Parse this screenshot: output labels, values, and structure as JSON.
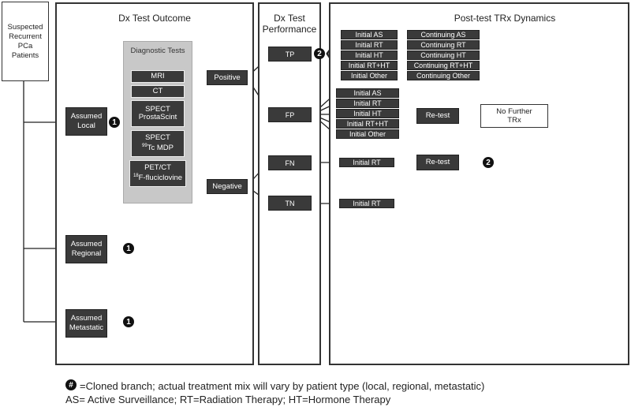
{
  "patients": {
    "label_lines": [
      "Suspected",
      "Recurrent",
      "PCa",
      "Patients"
    ]
  },
  "panels": {
    "outcome": "Dx Test Outcome",
    "performance": "Dx Test\nPerformance",
    "dynamics": "Post-test TRx Dynamics"
  },
  "diagnostic_tests": {
    "title": "Diagnostic Tests",
    "mri": "MRI",
    "ct": "CT",
    "spect_prostascint_1": "SPECT",
    "spect_prostascint_2": "ProstaScint",
    "spect_tc_1": "SPECT",
    "spect_tc_sup": "99",
    "spect_tc_2": "Tc MDP",
    "petct_1": "PET/CT",
    "petct_sup": "18",
    "petct_2": "F-fluciclovine"
  },
  "assumed": {
    "local": "Assumed\nLocal",
    "regional": "Assumed\nRegional",
    "metastatic": "Assumed\nMetastatic"
  },
  "results": {
    "positive": "Positive",
    "negative": "Negative"
  },
  "performance": {
    "tp": "TP",
    "fp": "FP",
    "fn": "FN",
    "tn": "TN"
  },
  "tp_branch": {
    "initial": [
      "Initial AS",
      "Initial RT",
      "Initial HT",
      "Initial RT+HT",
      "Initial Other"
    ],
    "continuing": [
      "Continuing AS",
      "Continuing RT",
      "Continuing HT",
      "Continuing RT+HT",
      "Continuing Other"
    ]
  },
  "fp_branch": {
    "initial": [
      "Initial AS",
      "Initial RT",
      "Initial HT",
      "Initial RT+HT",
      "Initial Other"
    ],
    "retest": "Re-test",
    "no_further": "No Further\nTRx"
  },
  "fn_branch": {
    "initial": "Initial RT",
    "retest": "Re-test"
  },
  "tn_branch": {
    "initial": "Initial RT"
  },
  "badges": {
    "one": "1",
    "two": "2",
    "hash": "#"
  },
  "legend": {
    "line1": "=Cloned branch; actual treatment mix will vary by patient type (local, regional, metastatic)",
    "line2": "AS= Active Surveillance; RT=Radiation Therapy;  HT=Hormone Therapy"
  }
}
